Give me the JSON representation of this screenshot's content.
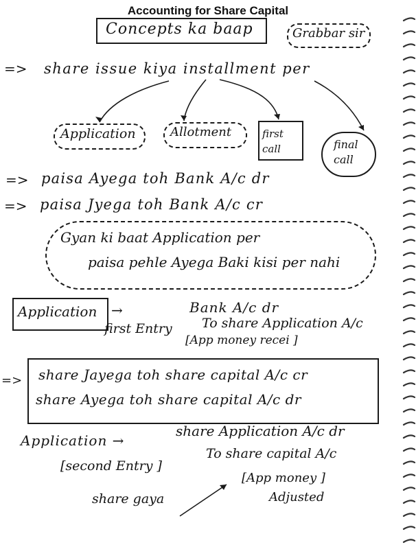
{
  "title": "Accounting for Share Capital",
  "header": {
    "concepts": "Concepts ka baap",
    "author": "Grabbar sir"
  },
  "lines": {
    "arrow": "=>",
    "issue": "share issue kiya installment per",
    "stages": [
      "Application",
      "Allotment",
      "first call",
      "final call"
    ],
    "paisa_aayega": "paisa Ayega toh Bank A/c dr",
    "paisa_jayega": "paisa Jyega toh Bank A/c cr",
    "gyan_line1": "Gyan ki baat Application per",
    "gyan_line2": "paisa pehle Ayega Baki kisi per nahi",
    "application": "Application",
    "first_entry_label": "first Entry",
    "first_entry_dr": "Bank A/c dr",
    "first_entry_cr": "To share Application A/c",
    "first_entry_note": "[App money recei ]",
    "share_jayega": "share Jayega toh share capital A/c cr",
    "share_aayega": "share Ayega toh share capital A/c dr",
    "application2": "Application →",
    "second_entry_dr": "share Application A/c dr",
    "second_entry_label": "[second Entry ]",
    "second_entry_cr": "To share capital A/c",
    "share_gaya": "share gaya",
    "app_money": "[App money ]",
    "adjusted": "Adjusted"
  }
}
